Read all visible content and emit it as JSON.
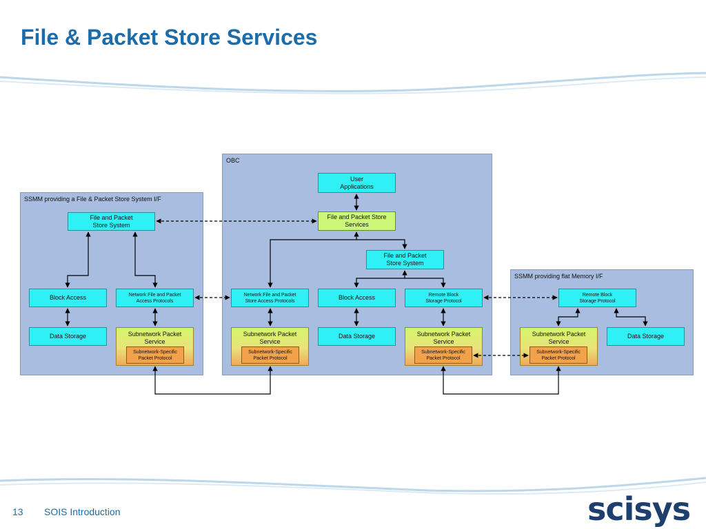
{
  "slide": {
    "title": "File & Packet Store Services",
    "page_number": "13",
    "footer": "SOIS Introduction",
    "logo_text": "scisys"
  },
  "colors": {
    "title": "#1b6ca8",
    "panel": "#a8bddf",
    "cyan_box": "#2ff0f4",
    "lime_box": "#cdf779",
    "orange_box": "#f2a24a",
    "logo": "#1d3f6e"
  },
  "panels": {
    "left": {
      "label": "SSMM providing a File & Packet Store System I/F"
    },
    "obc": {
      "label": "OBC"
    },
    "right": {
      "label": "SSMM providing flat Memory I/F"
    }
  },
  "nodes": {
    "left_fps": "File and Packet\nStore System",
    "left_block_access": "Block Access",
    "left_network_protocols": "Network File and Packet\nAccess Protocols",
    "left_data_storage": "Data Storage",
    "left_subnetwork_service": "Subnetwork Packet\nService",
    "left_subnetwork_protocol": "Subnetwork-Specific\nPacket Protocol",
    "obc_user_apps": "User\nApplications",
    "obc_fps_services": "File and Packet Store\nServices",
    "obc_fps_system": "File and Packet\nStore System",
    "obc_network_protocols": "Network File and Packet\nStore Access Protocols",
    "obc_block_access": "Block Access",
    "obc_remote_block": "Remote Block\nStorage Protocol",
    "obc_subnetwork_service_1": "Subnetwork Packet\nService",
    "obc_subnetwork_protocol_1": "Subnetwork-Specific\nPacket Protocol",
    "obc_data_storage": "Data Storage",
    "obc_subnetwork_service_2": "Subnetwork Packet\nService",
    "obc_subnetwork_protocol_2": "Subnetwork-Specific\nPacket Protocol",
    "right_remote_block": "Remote Block\nStorage Protocol",
    "right_subnetwork_service": "Subnetwork Packet\nService",
    "right_subnetwork_protocol": "Subnetwork-Specific\nPacket Protocol",
    "right_data_storage": "Data Storage"
  }
}
